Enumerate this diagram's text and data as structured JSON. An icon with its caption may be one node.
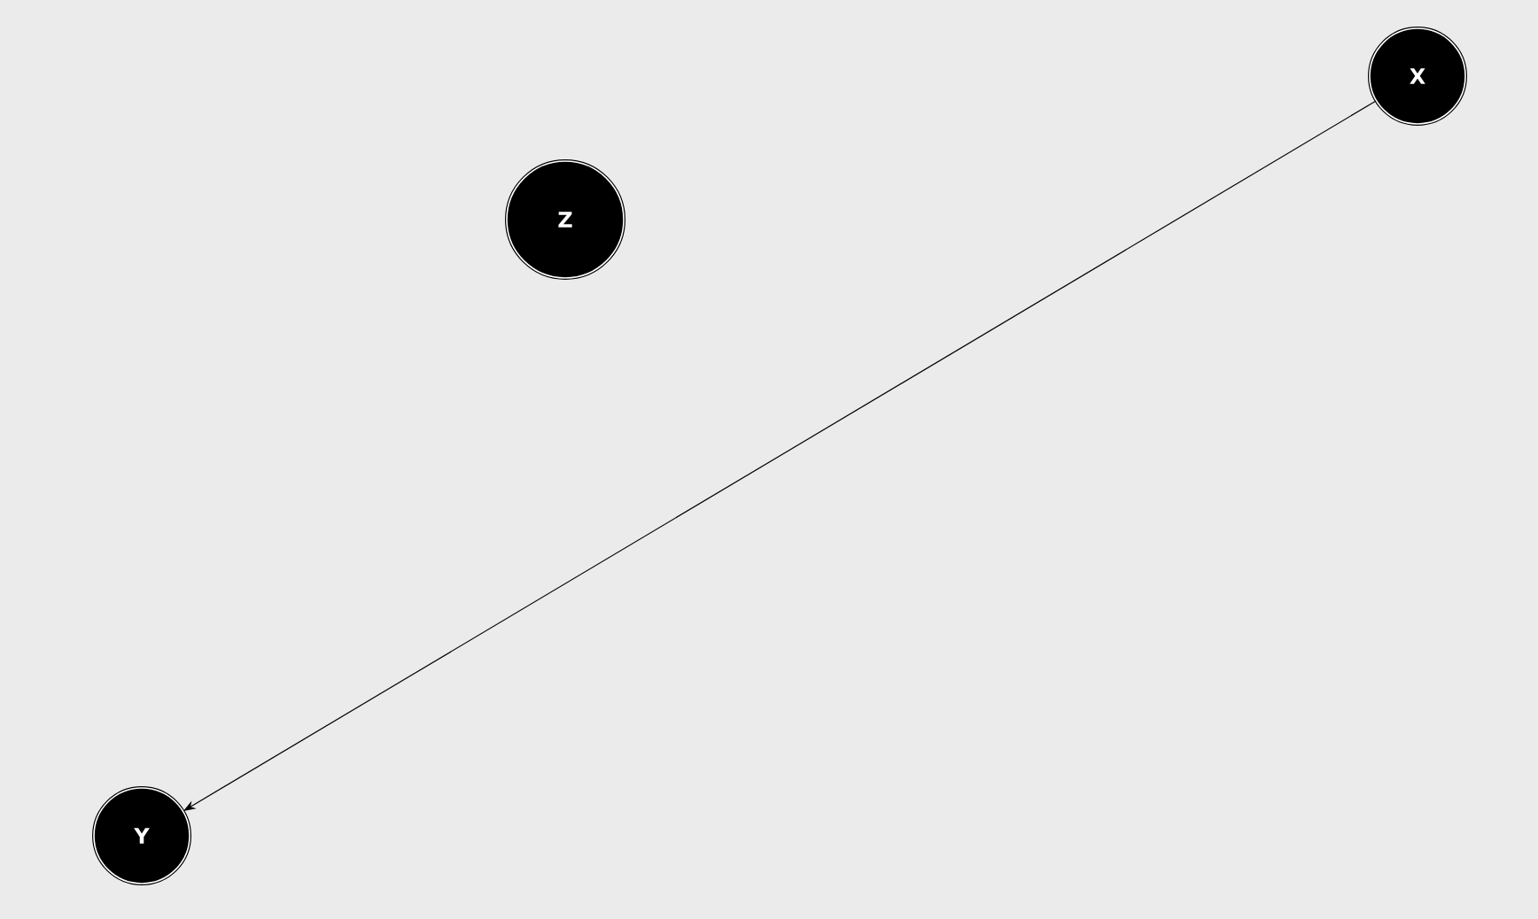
{
  "diagram": {
    "nodes": [
      {
        "text": [
          "X"
        ]
      },
      {
        "text": [
          "Z"
        ]
      },
      {
        "text": [
          "Y"
        ]
      }
    ],
    "edges": [
      {
        "from": 0,
        "to": 2,
        "arrow": "to"
      }
    ]
  }
}
